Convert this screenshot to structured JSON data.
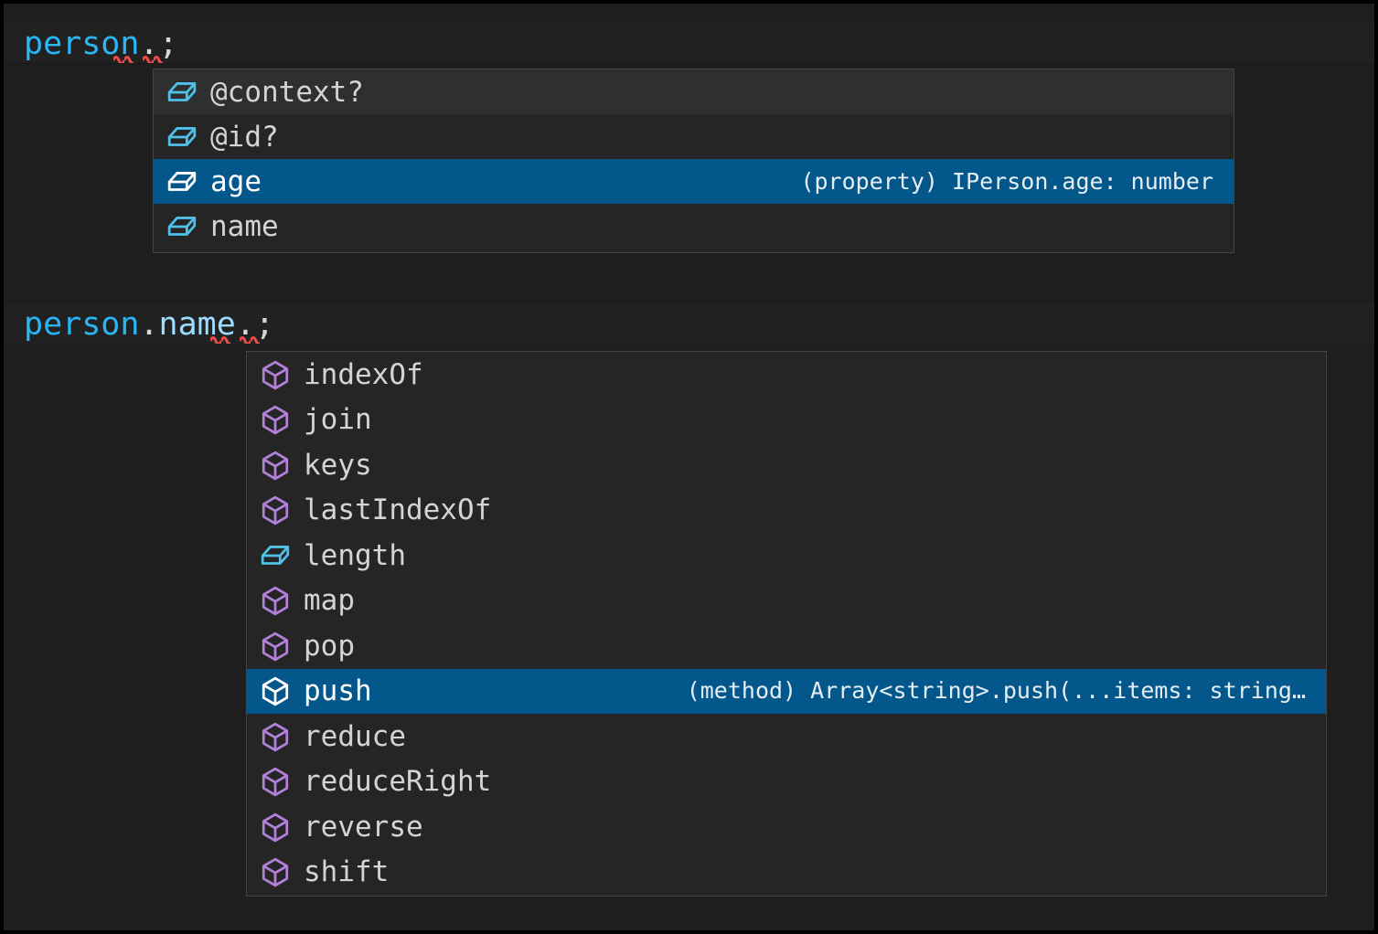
{
  "editor": {
    "theme_colors": {
      "background": "#1e1e1e",
      "line_background": "#212121",
      "identifier": "#29b6f6",
      "property": "#9cdcfe",
      "punctuation": "#d6d6d6",
      "error_squiggle": "#f14c4c",
      "suggest_background": "#252526",
      "suggest_border": "#454545",
      "selected_row": "#04578a",
      "focused_row": "#2d2f31",
      "method_icon": "#b180d7",
      "property_icon": "#4fc1e9"
    },
    "lines": [
      {
        "id": "line-1",
        "segments": [
          {
            "text": "person",
            "kind": "identifier"
          },
          {
            "text": ".",
            "kind": "punctuation"
          },
          {
            "text": ";",
            "kind": "punctuation"
          }
        ],
        "plain": "person.;"
      },
      {
        "id": "line-2",
        "segments": [
          {
            "text": "person",
            "kind": "identifier"
          },
          {
            "text": ".",
            "kind": "punctuation"
          },
          {
            "text": "name",
            "kind": "property"
          },
          {
            "text": ".",
            "kind": "punctuation"
          },
          {
            "text": ";",
            "kind": "punctuation"
          }
        ],
        "plain": "person.name.;"
      }
    ]
  },
  "suggest_widgets": [
    {
      "id": "suggest-person",
      "for_line": "person.;",
      "items": [
        {
          "label": "@context?",
          "icon": "property-cube-icon",
          "icon_kind": "property",
          "detail": "",
          "state": "focused"
        },
        {
          "label": "@id?",
          "icon": "property-cube-icon",
          "icon_kind": "property",
          "detail": "",
          "state": "normal"
        },
        {
          "label": "age",
          "icon": "property-cube-icon",
          "icon_kind": "property",
          "detail": "(property) IPerson.age: number",
          "state": "selected"
        },
        {
          "label": "name",
          "icon": "property-cube-icon",
          "icon_kind": "property",
          "detail": "",
          "state": "normal"
        }
      ]
    },
    {
      "id": "suggest-person-name",
      "for_line": "person.name.;",
      "items": [
        {
          "label": "indexOf",
          "icon": "method-cube-icon",
          "icon_kind": "method",
          "detail": "",
          "state": "normal"
        },
        {
          "label": "join",
          "icon": "method-cube-icon",
          "icon_kind": "method",
          "detail": "",
          "state": "normal"
        },
        {
          "label": "keys",
          "icon": "method-cube-icon",
          "icon_kind": "method",
          "detail": "",
          "state": "normal"
        },
        {
          "label": "lastIndexOf",
          "icon": "method-cube-icon",
          "icon_kind": "method",
          "detail": "",
          "state": "normal"
        },
        {
          "label": "length",
          "icon": "property-cube-icon",
          "icon_kind": "property",
          "detail": "",
          "state": "normal"
        },
        {
          "label": "map",
          "icon": "method-cube-icon",
          "icon_kind": "method",
          "detail": "",
          "state": "normal"
        },
        {
          "label": "pop",
          "icon": "method-cube-icon",
          "icon_kind": "method",
          "detail": "",
          "state": "normal"
        },
        {
          "label": "push",
          "icon": "method-cube-icon",
          "icon_kind": "method",
          "detail": "(method) Array<string>.push(...items: string…",
          "state": "selected"
        },
        {
          "label": "reduce",
          "icon": "method-cube-icon",
          "icon_kind": "method",
          "detail": "",
          "state": "normal"
        },
        {
          "label": "reduceRight",
          "icon": "method-cube-icon",
          "icon_kind": "method",
          "detail": "",
          "state": "normal"
        },
        {
          "label": "reverse",
          "icon": "method-cube-icon",
          "icon_kind": "method",
          "detail": "",
          "state": "normal"
        },
        {
          "label": "shift",
          "icon": "method-cube-icon",
          "icon_kind": "method",
          "detail": "",
          "state": "normal"
        }
      ]
    }
  ]
}
